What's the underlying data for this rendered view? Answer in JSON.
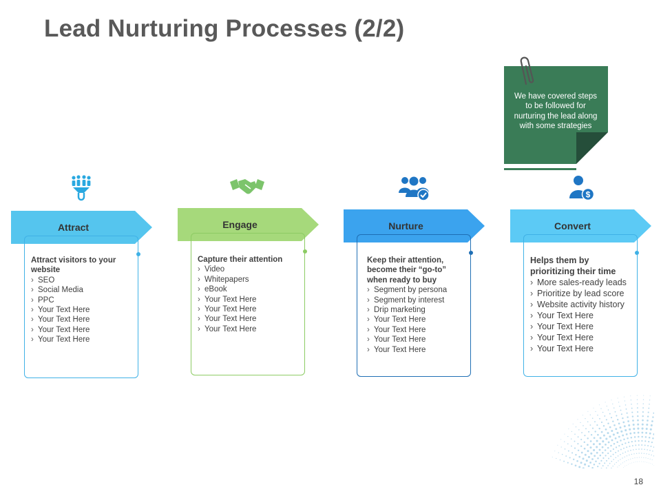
{
  "title": "Lead Nurturing Processes (2/2)",
  "page_number": "18",
  "note": {
    "text": "We have covered steps to be followed for nurturing the lead along with some strategies",
    "color": "#3a7c57"
  },
  "stages": [
    {
      "label": "Attract",
      "icon": "people-funnel-icon",
      "color": "#55c5ee",
      "heading": "Attract visitors to your website",
      "items": [
        "SEO",
        "Social Media",
        "PPC",
        "Your Text Here",
        "Your Text Here",
        "Your Text Here",
        "Your Text Here"
      ]
    },
    {
      "label": "Engage",
      "icon": "handshake-icon",
      "color": "#a6d97b",
      "heading": "Capture their attention",
      "items": [
        "Video",
        "Whitepapers",
        "eBook",
        "Your Text Here",
        "Your Text Here",
        "Your Text Here",
        "Your Text Here"
      ]
    },
    {
      "label": "Nurture",
      "icon": "team-check-icon",
      "color": "#3ba3ee",
      "heading": "Keep their attention, become their “go-to” when ready to buy",
      "items": [
        "Segment by persona",
        "Segment by interest",
        "Drip marketing",
        "Your Text Here",
        "Your Text Here",
        "Your Text Here",
        "Your Text Here"
      ]
    },
    {
      "label": "Convert",
      "icon": "person-dollar-icon",
      "color": "#5ccaf5",
      "heading": "Helps them by prioritizing their time",
      "items": [
        "More sales-ready leads",
        "Prioritize by lead score",
        "Website activity history",
        "Your Text Here",
        "Your Text Here",
        "Your Text Here",
        "Your Text Here"
      ]
    }
  ]
}
